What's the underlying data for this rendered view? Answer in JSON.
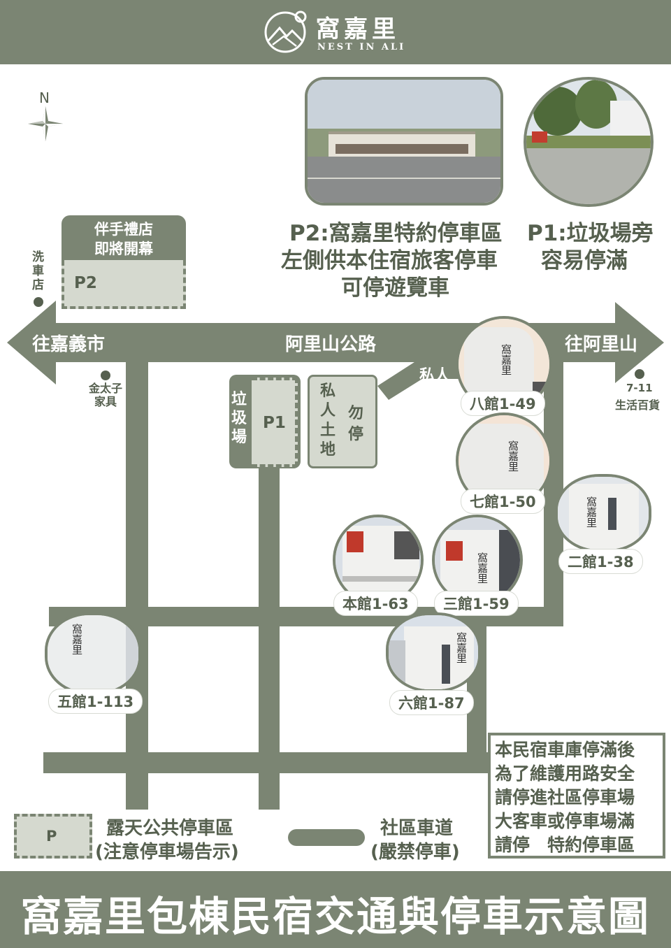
{
  "header": {
    "brand_cn": "窩嘉里",
    "brand_en": "NEST IN ALI"
  },
  "compass": {
    "north": "N"
  },
  "roads": {
    "main_road": "阿里山公路",
    "west_direction": "往嘉義市",
    "east_direction": "往阿里山"
  },
  "landmarks": {
    "car_wash": "洗車店",
    "furniture": "金太子家具",
    "seven_eleven_line1": "7-11",
    "seven_eleven_line2": "生活百貨"
  },
  "parking": {
    "p2_box": {
      "sign_line1": "伴手禮店",
      "sign_line2": "即將開幕",
      "label": "P2"
    },
    "p1_box": {
      "label": "P1",
      "side_label": "垃圾場"
    },
    "private_land": {
      "col1": "私人土地",
      "col2": "勿停"
    },
    "private_road": "私人"
  },
  "captions": {
    "p2_line1": "P2:窩嘉里特約停車區",
    "p2_line2": "左側供本住宿旅客停車",
    "p2_line3": "可停遊覽車",
    "p1_line1": "P1:垃圾場旁",
    "p1_line2": "容易停滿"
  },
  "buildings": [
    {
      "label": "八館1-49"
    },
    {
      "label": "七館1-50"
    },
    {
      "label": "二館1-38"
    },
    {
      "label": "本館1-63"
    },
    {
      "label": "三館1-59"
    },
    {
      "label": "五館1-113"
    },
    {
      "label": "六館1-87"
    }
  ],
  "photo_signs": {
    "nest": "窩嘉里"
  },
  "notice": [
    "本民宿車庫停滿後",
    "為了維護用路安全",
    "請停進社區停車場",
    "大客車或停車場滿",
    "請停　特約停車區"
  ],
  "legend": {
    "parking_icon": "P",
    "parking_line1": "露天公共停車區",
    "parking_line2": "(注意停車場告示)",
    "road_line1": "社區車道",
    "road_line2": "(嚴禁停車)"
  },
  "footer": {
    "title": "窩嘉里包棟民宿交通與停車示意圖"
  },
  "colors": {
    "primary": "#7b8573",
    "light": "#d5d9cf",
    "text": "#56604f"
  }
}
